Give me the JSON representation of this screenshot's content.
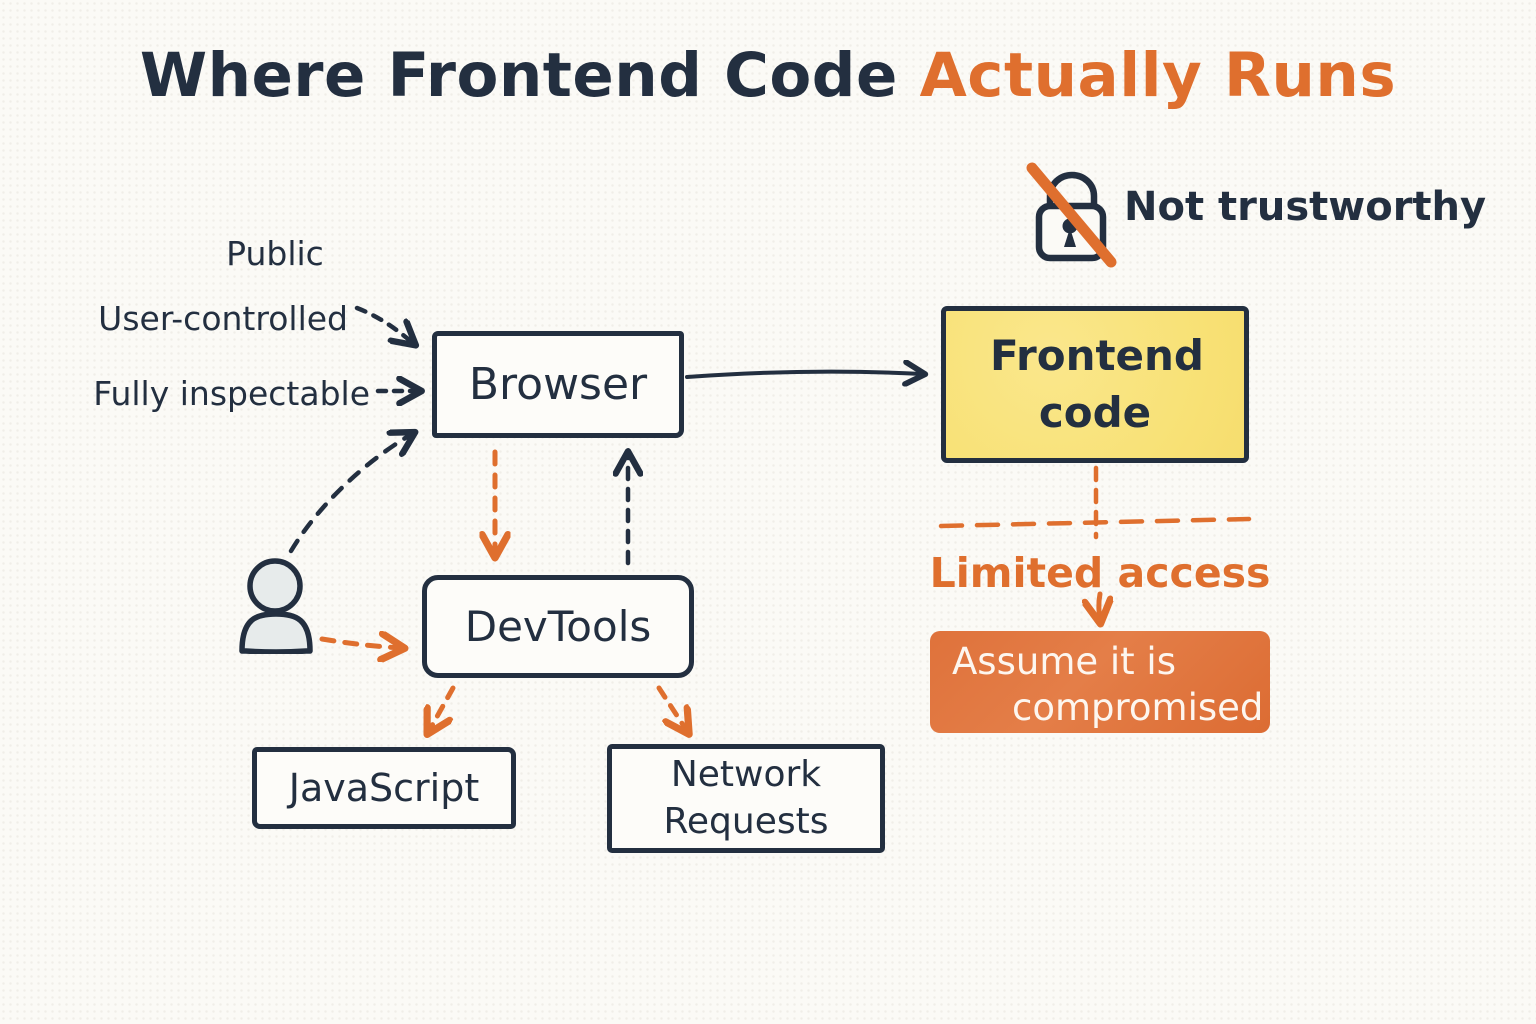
{
  "title": {
    "text_dark": "Where Frontend Code",
    "text_accent": "Actually Runs"
  },
  "badge": {
    "icon": "lock-crossed-icon",
    "label": "Not trustworthy"
  },
  "left_labels": {
    "public": "Public",
    "user_controlled": "User-controlled",
    "fully_inspectable": "Fully inspectable"
  },
  "nodes": {
    "browser": {
      "label": "Browser"
    },
    "frontend_code": {
      "label": "Frontend code"
    },
    "devtools": {
      "label": "DevTools"
    },
    "javascript": {
      "label": "JavaScript"
    },
    "network_requests": {
      "label": "Network Requests"
    },
    "assume_compromised": {
      "line1": "Assume it is",
      "line2": "compromised"
    }
  },
  "callouts": {
    "limited_access": "Limited access"
  },
  "icons": {
    "badge_icon": "lock-crossed-icon",
    "user_icon": "person-icon"
  },
  "edges": [
    {
      "from": "user_controlled_label",
      "to": "browser",
      "style": "dashed",
      "color": "#232f40"
    },
    {
      "from": "fully_inspectable_label",
      "to": "browser",
      "style": "dashed",
      "color": "#232f40"
    },
    {
      "from": "browser",
      "to": "frontend_code",
      "style": "solid",
      "color": "#232f40"
    },
    {
      "from": "person",
      "to": "browser",
      "style": "dashed",
      "color": "#232f40"
    },
    {
      "from": "person",
      "to": "devtools",
      "style": "dashed",
      "color": "#df6f2e"
    },
    {
      "from": "browser",
      "to": "devtools",
      "style": "dashed",
      "color": "#df6f2e"
    },
    {
      "from": "devtools",
      "to": "browser",
      "style": "dashed",
      "color": "#232f40"
    },
    {
      "from": "devtools",
      "to": "javascript",
      "style": "dashed",
      "color": "#df6f2e"
    },
    {
      "from": "devtools",
      "to": "network_requests",
      "style": "dashed",
      "color": "#df6f2e"
    },
    {
      "from": "frontend_code",
      "to": "limited_access",
      "style": "dashed",
      "color": "#df6f2e"
    },
    {
      "from": "limited_access",
      "to": "assume_compromised",
      "style": "solid",
      "color": "#df6f2e"
    }
  ],
  "colors": {
    "navy": "#232f40",
    "orange": "#df6f2e",
    "orange_box": "#e0743e",
    "yellow": "#f8e175",
    "background": "#fbfaf6",
    "person_fill": "#e7ebeb",
    "white_text": "#fdf6ef"
  }
}
